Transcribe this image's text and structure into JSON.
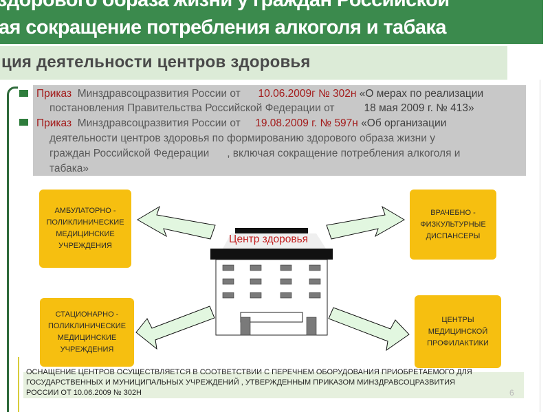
{
  "title": {
    "line1": "здорового образа жизни у граждан Российской",
    "line2": "ая сокращение потребления алкоголя и табака",
    "subtitle": "ция деятельности центров здоровья"
  },
  "orders": [
    {
      "prefix": "Приказ",
      "ministry": "Минздравсоцразвития России от",
      "number": "10.06.2009г № 302н",
      "line1_rest": "«О мерах по реализации",
      "line2a": "постановления Правительства Российской Федерации от",
      "line2b": "18 мая  2009 г. № 413»"
    },
    {
      "prefix": "Приказ",
      "ministry": "Минздравсоцразвития России от",
      "number": "19.08.2009 г. № 597н",
      "line1_rest": "«Об организации",
      "line2": "деятельности центров здоровья по формированию здорового образа жизни у",
      "line3a": "граждан Российской Федерации",
      "line3b": ", включая сокращение потребления алкоголя и",
      "line4": "табака»"
    }
  ],
  "boxes": {
    "top_left": "Амбулаторно  -\nполиклинические\nмедицинские\nучреждения",
    "top_right": "Врачебно  -\nфизкультурные\nдиспансеры",
    "bottom_left": "Стационарно -\nполиклинические\nмедицинские\nучреждения",
    "bottom_right": "Центры\nмедицинской\nпрофилактики"
  },
  "center": {
    "part1": "Центр",
    "part2": " здоровья"
  },
  "footer": {
    "text": "Оснащение центров осуществляется в соответствии с перечнем оборудования приобретаемого для\nгосударственных и муниципальных учреждений  , утвержденным приказом Минздравсоцразвития\nРоссии от 10.06.2009 № 302н"
  },
  "page_number": "6",
  "colors": {
    "banner_green": "#3b8a4d",
    "box_yellow": "#f6bf10",
    "arrow_fill": "#e2f7e0",
    "accent_red": "#a31b1b"
  }
}
